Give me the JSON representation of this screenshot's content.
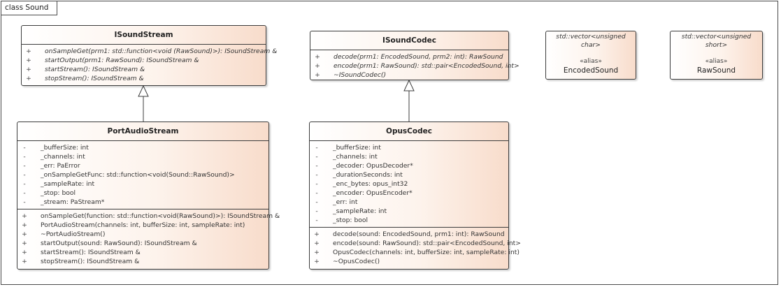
{
  "frame": {
    "label": "class Sound"
  },
  "classes": {
    "isoundstream": {
      "name": "ISoundStream",
      "methods": [
        {
          "vis": "+",
          "text": "onSampleGet(prm1: std::function<void (RawSound)>): ISoundStream &"
        },
        {
          "vis": "+",
          "text": "startOutput(prm1: RawSound): ISoundStream &"
        },
        {
          "vis": "+",
          "text": "startStream(): ISoundStream &"
        },
        {
          "vis": "+",
          "text": "stopStream(): ISoundStream &"
        }
      ]
    },
    "isoundcodec": {
      "name": "ISoundCodec",
      "methods": [
        {
          "vis": "+",
          "text": "decode(prm1: EncodedSound, prm2: int): RawSound"
        },
        {
          "vis": "+",
          "text": "encode(prm1: RawSound): std::pair<EncodedSound, int>"
        },
        {
          "vis": "+",
          "text": "~ISoundCodec()"
        }
      ]
    },
    "encodedsound": {
      "template": "std::vector<unsigned char>",
      "stereotype": "«alias»",
      "name": "EncodedSound"
    },
    "rawsound": {
      "template": "std::vector<unsigned short>",
      "stereotype": "«alias»",
      "name": "RawSound"
    },
    "portaudiostream": {
      "name": "PortAudioStream",
      "attributes": [
        {
          "vis": "-",
          "text": "_bufferSize: int"
        },
        {
          "vis": "-",
          "text": "_channels: int"
        },
        {
          "vis": "-",
          "text": "_err: PaError"
        },
        {
          "vis": "-",
          "text": "_onSampleGetFunc: std::function<void(Sound::RawSound)>"
        },
        {
          "vis": "-",
          "text": "_sampleRate: int"
        },
        {
          "vis": "-",
          "text": "_stop: bool"
        },
        {
          "vis": "-",
          "text": "_stream: PaStream*"
        }
      ],
      "methods": [
        {
          "vis": "+",
          "text": "onSampleGet(function: std::function<void(RawSound)>): ISoundStream &"
        },
        {
          "vis": "+",
          "text": "PortAudioStream(channels: int, bufferSize: int, sampleRate: int)"
        },
        {
          "vis": "+",
          "text": "~PortAudioStream()"
        },
        {
          "vis": "+",
          "text": "startOutput(sound: RawSound): ISoundStream &"
        },
        {
          "vis": "+",
          "text": "startStream(): ISoundStream &"
        },
        {
          "vis": "+",
          "text": "stopStream(): ISoundStream &"
        }
      ]
    },
    "opuscodec": {
      "name": "OpusCodec",
      "attributes": [
        {
          "vis": "-",
          "text": "_bufferSize: int"
        },
        {
          "vis": "-",
          "text": "_channels: int"
        },
        {
          "vis": "-",
          "text": "_decoder: OpusDecoder*"
        },
        {
          "vis": "-",
          "text": "_durationSeconds: int"
        },
        {
          "vis": "-",
          "text": "_enc_bytes: opus_int32"
        },
        {
          "vis": "-",
          "text": "_encoder: OpusEncoder*"
        },
        {
          "vis": "-",
          "text": "_err: int"
        },
        {
          "vis": "-",
          "text": "_sampleRate: int"
        },
        {
          "vis": "-",
          "text": "_stop: bool"
        }
      ],
      "methods": [
        {
          "vis": "+",
          "text": "decode(sound: EncodedSound, prm1: int): RawSound"
        },
        {
          "vis": "+",
          "text": "encode(sound: RawSound): std::pair<EncodedSound, int>"
        },
        {
          "vis": "+",
          "text": "OpusCodec(channels: int, bufferSize: int, sampleRate: int)"
        },
        {
          "vis": "+",
          "text": "~OpusCodec()"
        }
      ]
    }
  }
}
